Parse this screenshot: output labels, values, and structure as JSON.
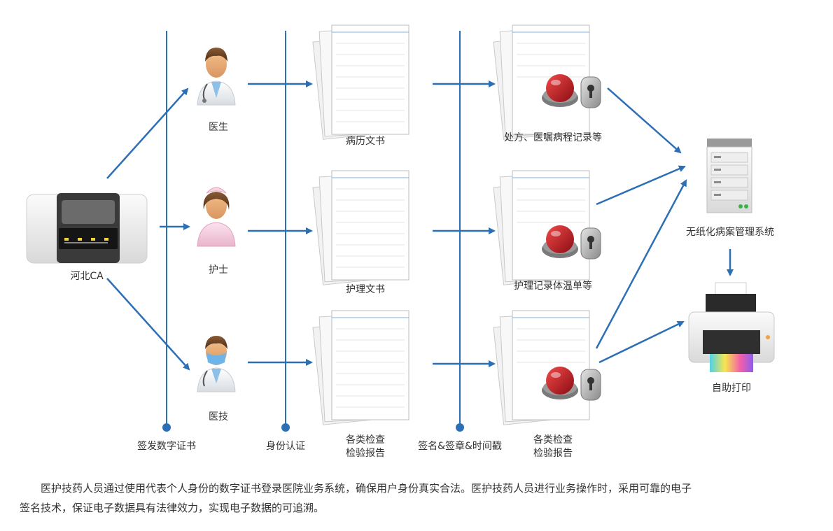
{
  "colors": {
    "line": "#2d6fb5",
    "arrow": "#2d6fb5",
    "dot": "#2d6fb5",
    "seal": "#b3121a",
    "text": "#333333"
  },
  "nodes": {
    "ca": "河北CA",
    "doctor": "医生",
    "nurse": "护士",
    "technician": "医技",
    "doc1": "病历文书",
    "doc2": "护理文书",
    "doc3_line1": "各类检查",
    "doc3_line2": "检验报告",
    "signed1": "处方、医嘱病程记录等",
    "signed2": "护理记录体温单等",
    "signed3_line1": "各类检查",
    "signed3_line2": "检验报告",
    "server": "无纸化病案管理系统",
    "printer": "自助打印"
  },
  "steps": {
    "step1": "签发数字证书",
    "step2": "身份认证",
    "step3": "签名&签章&时间戳"
  },
  "caption": {
    "line1": "医护技药人员通过使用代表个人身份的数字证书登录医院业务系统，确保用户身份真实合法。医护技药人员进行业务操作时，采用可靠的电子",
    "line2": "签名技术，保证电子数据具有法律效力，实现电子数据的可追溯。"
  },
  "icons": [
    "usb-key-icon",
    "doctor-icon",
    "nurse-icon",
    "technician-icon",
    "document-stack-icon",
    "seal-icon",
    "lock-icon",
    "server-icon",
    "printer-icon"
  ]
}
